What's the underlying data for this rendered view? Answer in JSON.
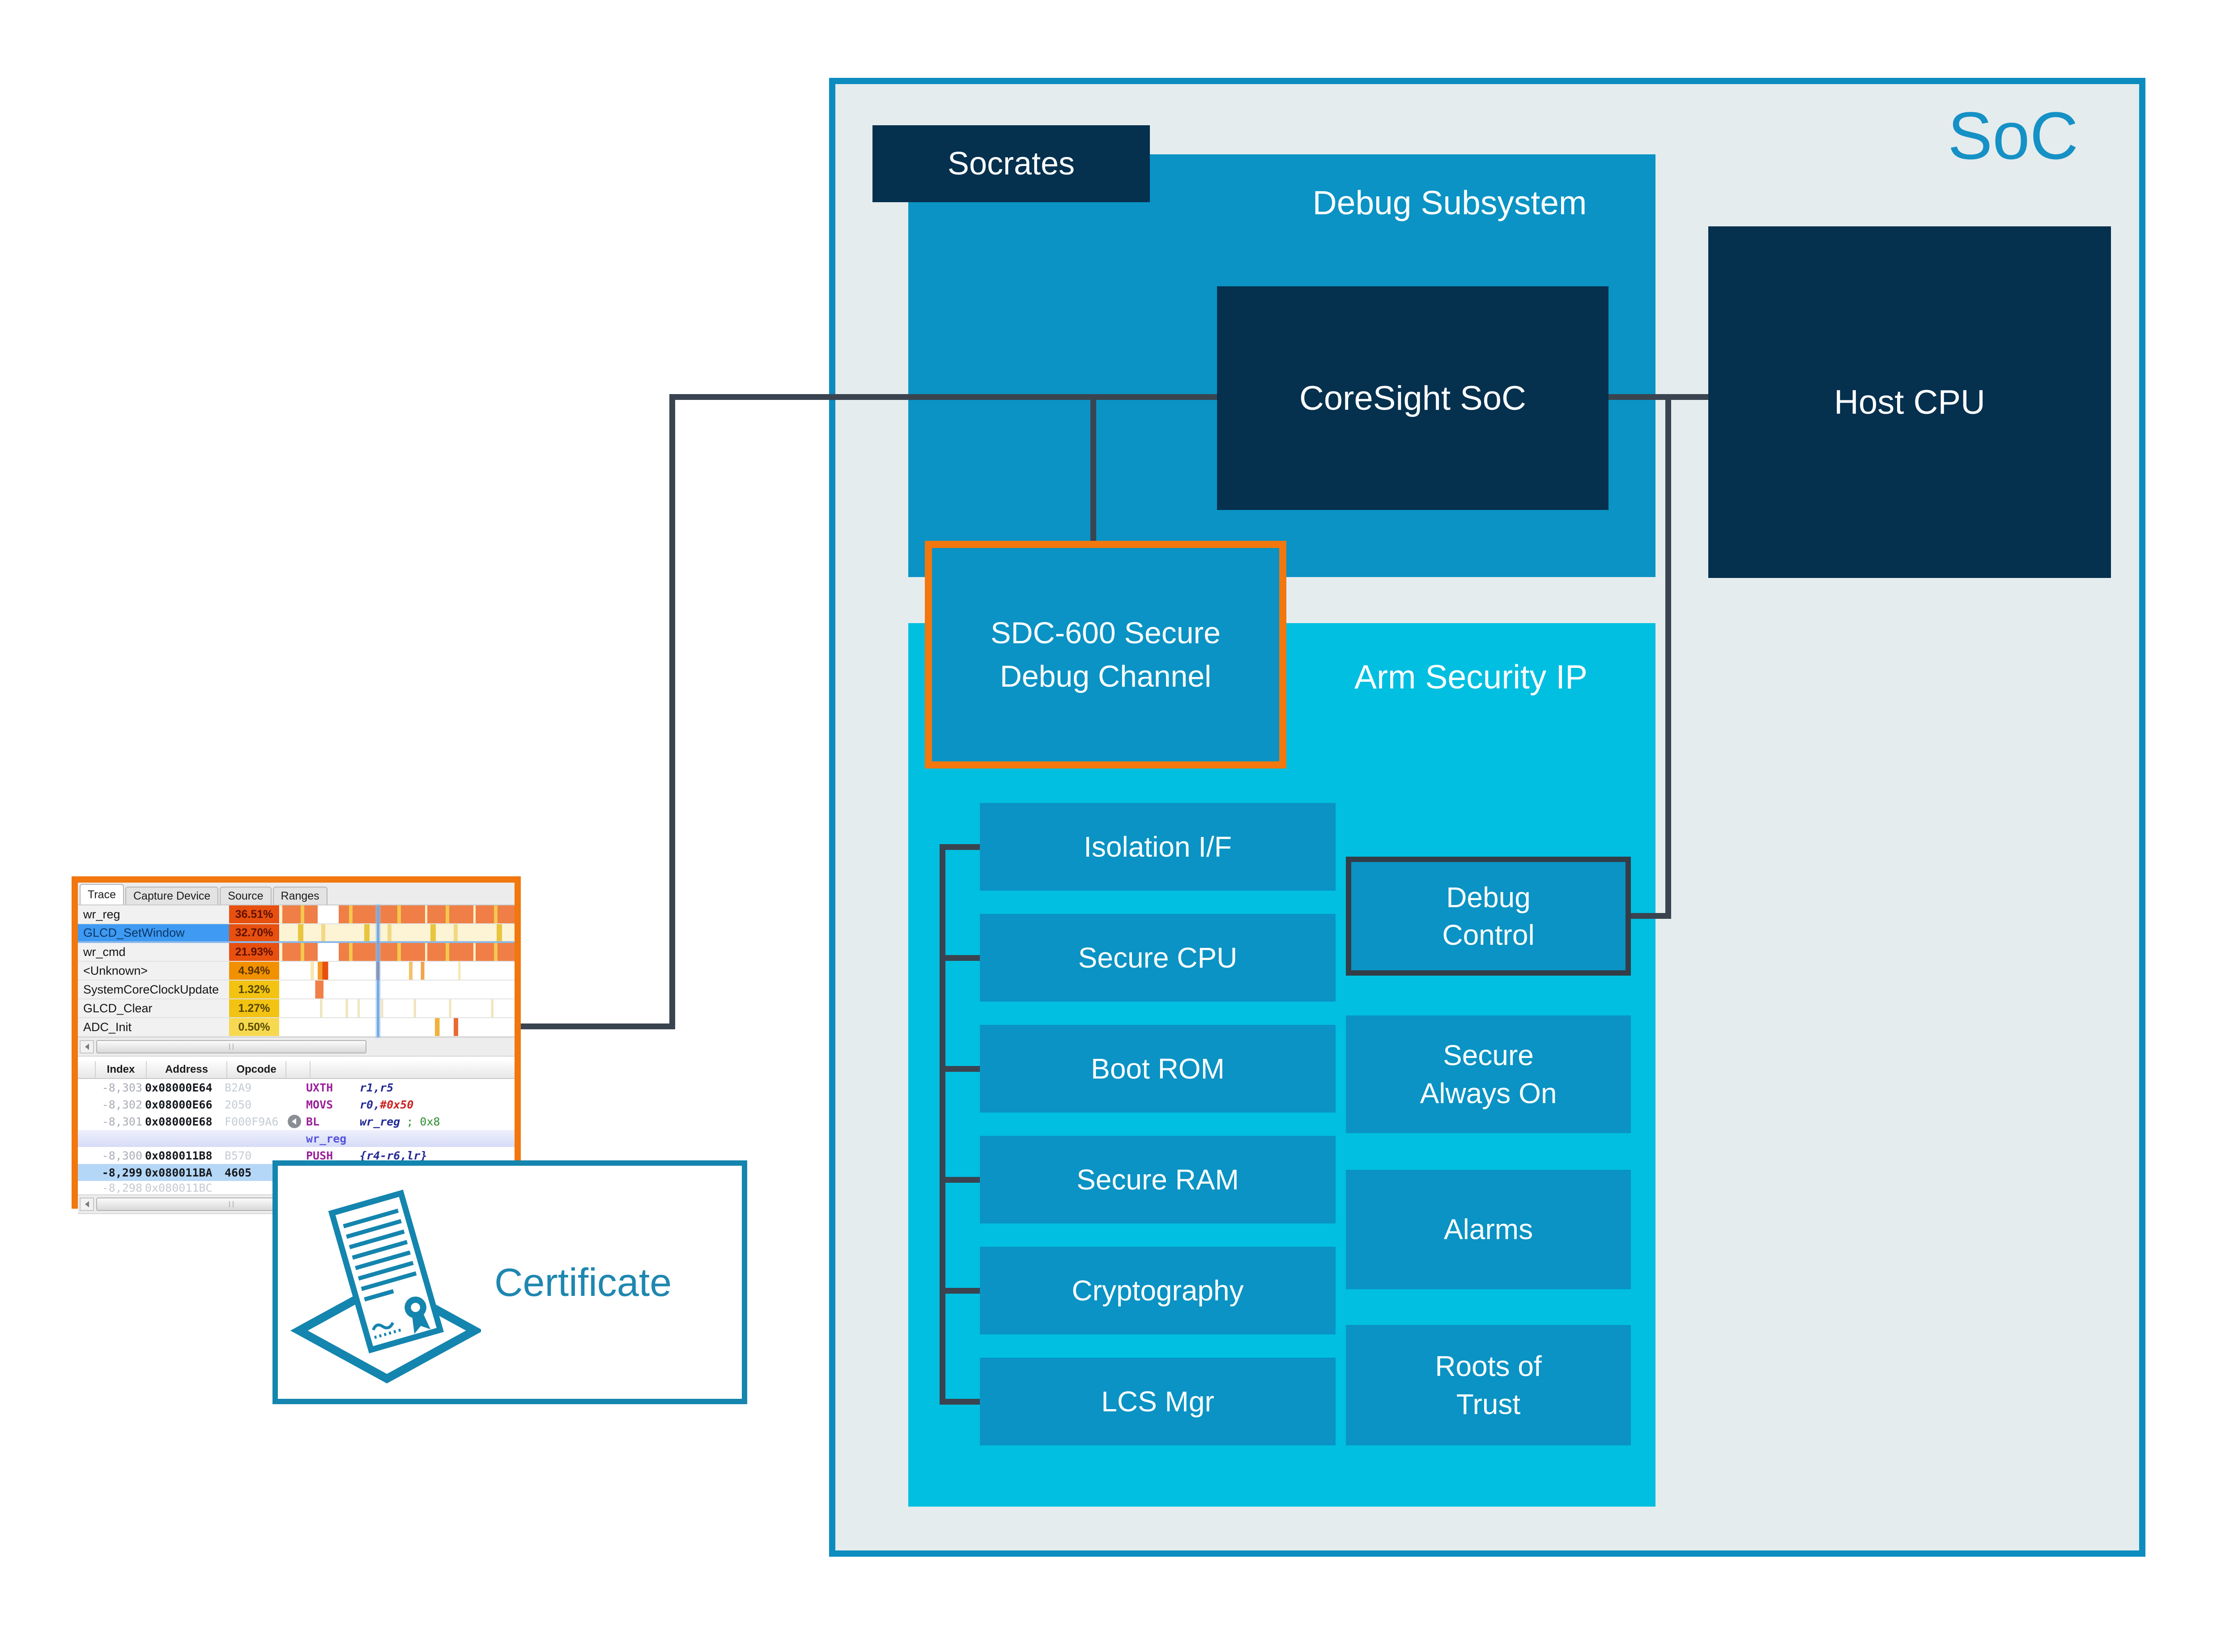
{
  "diagram": {
    "soc_label": "SoC",
    "socrates_label": "Socrates",
    "debug_subsystem_label": "Debug Subsystem",
    "coresight_label": "CoreSight SoC",
    "host_cpu_label": "Host CPU",
    "sdc600_lines": [
      "SDC-600 Secure",
      "Debug Channel"
    ],
    "arm_security_label": "Arm Security IP",
    "left_blocks": [
      "Isolation I/F",
      "Secure CPU",
      "Boot ROM",
      "Secure RAM",
      "Cryptography",
      "LCS Mgr"
    ],
    "right_blocks": [
      {
        "lines": [
          "Debug",
          "Control"
        ]
      },
      {
        "lines": [
          "Secure",
          "Always On"
        ]
      },
      {
        "lines": [
          "Alarms"
        ]
      },
      {
        "lines": [
          "Roots of",
          "Trust"
        ]
      }
    ],
    "colors": {
      "accent_blue": "#0a93c4",
      "cyan": "#00bfe0",
      "navy": "#05304e",
      "panel_bg": "#e5eced",
      "panel_border": "#0c8cbf",
      "highlight_orange": "#f1770e",
      "connector_gray": "#3a4450",
      "certificate_teal": "#1485ae",
      "selected_row_blue": "#3e9af2"
    }
  },
  "trace_tool": {
    "tabs": [
      "Trace",
      "Capture Device",
      "Source",
      "Ranges"
    ],
    "active_tab": "Trace",
    "profile_rows": [
      {
        "name": "wr_reg",
        "pct": "36.51%"
      },
      {
        "name": "GLCD_SetWindow",
        "pct": "32.70%"
      },
      {
        "name": "wr_cmd",
        "pct": "21.93%"
      },
      {
        "name": "<Unknown>",
        "pct": "4.94%"
      },
      {
        "name": "SystemCoreClockUpdate",
        "pct": "1.32%"
      },
      {
        "name": "GLCD_Clear",
        "pct": "1.27%"
      },
      {
        "name": "ADC_Init",
        "pct": "0.50%"
      }
    ],
    "disasm": {
      "headers": [
        "Index",
        "Address",
        "Opcode"
      ],
      "rows": [
        {
          "idx": "-8,303",
          "addr": "0x08000E64",
          "opcode": "B2A9",
          "mn": "UXTH",
          "ops": "r1,r5"
        },
        {
          "idx": "-8,302",
          "addr": "0x08000E66",
          "opcode": "2050",
          "mn": "MOVS",
          "ops": "r0,",
          "imm": "#0x50"
        },
        {
          "idx": "-8,301",
          "addr": "0x08000E68",
          "opcode": "F000F9A6",
          "mn": "BL",
          "ops": "wr_reg",
          "comment": "; 0x8"
        },
        {
          "label": "wr_reg"
        },
        {
          "idx": "-8,300",
          "addr": "0x080011B8",
          "opcode": "B570",
          "mn": "PUSH",
          "ops": "{r4-r6,lr}"
        },
        {
          "idx": "-8,299",
          "addr": "0x080011BA",
          "opcode": "4605"
        },
        {
          "idx": "-8,298",
          "addr": "0x080011BC",
          "opcode": ""
        }
      ]
    }
  },
  "certificate": {
    "label": "Certificate"
  }
}
